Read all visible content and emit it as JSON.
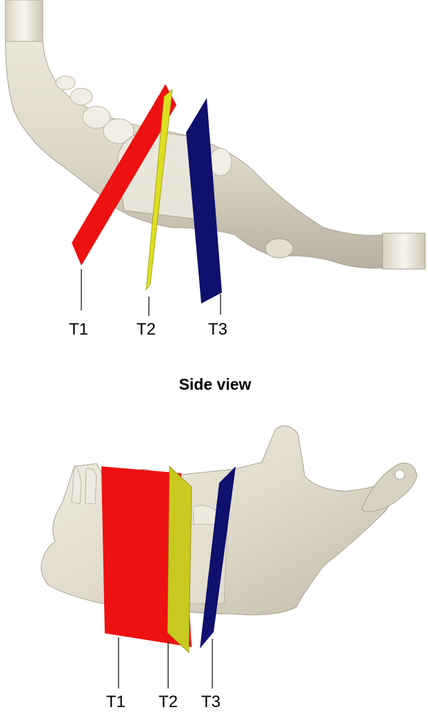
{
  "figure": {
    "top_panel": {
      "labels": [
        "T1",
        "T2",
        "T3"
      ]
    },
    "side_view": {
      "title": "Side view",
      "labels": [
        "T1",
        "T2",
        "T3"
      ]
    },
    "colors": {
      "bone": "#e6e1d3",
      "bone_shadow": "#b9b3a2",
      "plane_t1": "#ee1111",
      "plane_t2": "#dddd22",
      "plane_t3": "#10106e",
      "implant": "#f1ece0"
    }
  }
}
